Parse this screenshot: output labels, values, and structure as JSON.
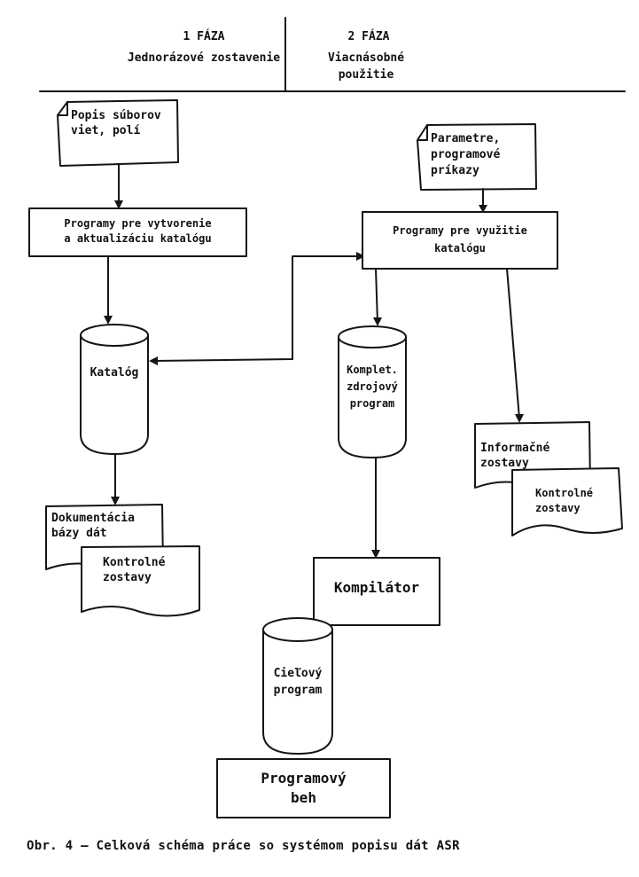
{
  "phases": {
    "phase1_title": "1 FÁZA",
    "phase1_sub": "Jednorázové zostavenie",
    "phase2_title": "2 FÁZA",
    "phase2_sub": "Viacnásobné použitie"
  },
  "nodes": {
    "file_description": [
      "Popis súborov",
      "viet, polí"
    ],
    "create_update_programs": [
      "Programy pre vytvorenie",
      "a aktualizáciu katalógu"
    ],
    "catalog": [
      "Katalóg"
    ],
    "db_documentation": [
      "Dokumentácia",
      "bázy dát"
    ],
    "control_reports_left": [
      "Kontrolné",
      "zostavy"
    ],
    "parameters": [
      "Parametre,",
      "programové",
      "príkazy"
    ],
    "catalog_query_programs": [
      "Programy pre využitie",
      "katalógu"
    ],
    "complete_source_program": [
      "Komplet.",
      "zdrojový",
      "program"
    ],
    "information_reports": [
      "Informačné",
      "zostavy"
    ],
    "control_reports_right": [
      "Kontrolné",
      "zostavy"
    ],
    "compiler": [
      "Kompilátor"
    ],
    "target_program": [
      "Cieľový",
      "program"
    ],
    "program_run": [
      "Programový",
      "beh"
    ]
  },
  "caption": "Obr. 4 – Celková schéma práce so systémom popisu dát ASR"
}
